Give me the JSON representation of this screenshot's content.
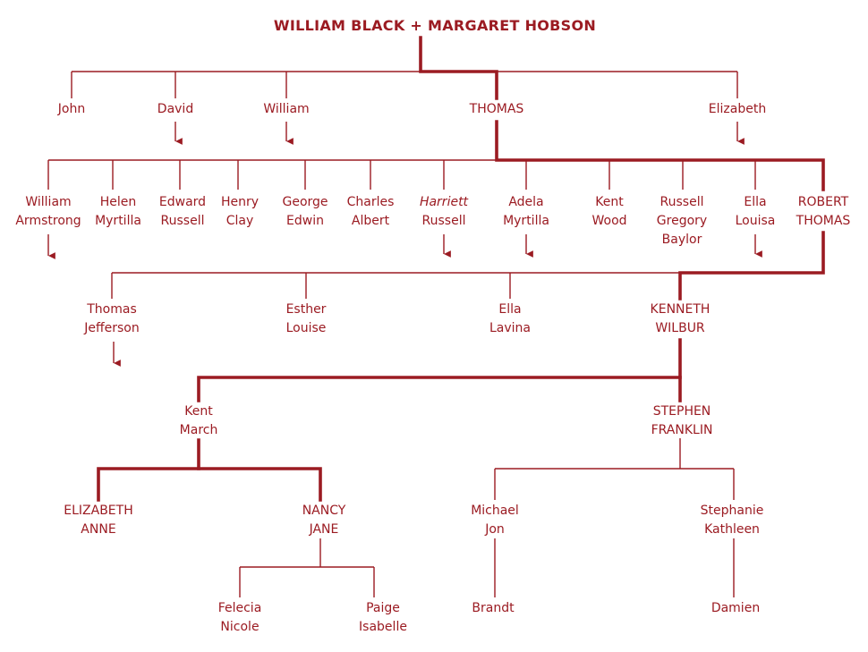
{
  "title": "WILLIAM BLACK + MARGARET HOBSON",
  "colors": {
    "line": "#9b1b22",
    "text": "#9b1b22",
    "background": "#ffffff"
  },
  "generation1": [
    {
      "lines": [
        "John"
      ]
    },
    {
      "lines": [
        "David"
      ],
      "more": true
    },
    {
      "lines": [
        "William"
      ],
      "more": true
    },
    {
      "lines": [
        "THOMAS"
      ],
      "direct_line": true
    },
    {
      "lines": [
        "Elizabeth"
      ],
      "more": true
    }
  ],
  "generation2": [
    {
      "lines": [
        "William",
        "Armstrong"
      ],
      "more": true
    },
    {
      "lines": [
        "Helen",
        "Myrtilla"
      ]
    },
    {
      "lines": [
        "Edward",
        "Russell"
      ]
    },
    {
      "lines": [
        "Henry",
        "Clay"
      ]
    },
    {
      "lines": [
        "George",
        "Edwin"
      ]
    },
    {
      "lines": [
        "Charles",
        "Albert"
      ]
    },
    {
      "lines": [
        "Harriett",
        "Russell"
      ],
      "more": true
    },
    {
      "lines": [
        "Adela",
        "Myrtilla"
      ],
      "more": true
    },
    {
      "lines": [
        "Kent",
        "Wood"
      ]
    },
    {
      "lines": [
        "Russell",
        "Gregory",
        "Baylor"
      ]
    },
    {
      "lines": [
        "Ella",
        "Louisa"
      ],
      "more": true
    },
    {
      "lines": [
        "ROBERT",
        "THOMAS"
      ],
      "direct_line": true
    }
  ],
  "generation3": [
    {
      "lines": [
        "Thomas",
        "Jefferson"
      ],
      "more": true
    },
    {
      "lines": [
        "Esther",
        "Louise"
      ]
    },
    {
      "lines": [
        "Ella",
        "Lavina"
      ]
    },
    {
      "lines": [
        "KENNETH",
        "WILBUR"
      ],
      "direct_line": true
    }
  ],
  "generation4": [
    {
      "lines": [
        "Kent",
        "March"
      ],
      "direct_line": true
    },
    {
      "lines": [
        "STEPHEN",
        "FRANKLIN"
      ],
      "direct_line": true
    }
  ],
  "generation5": [
    {
      "lines": [
        "ELIZABETH",
        "ANNE"
      ],
      "direct_line": true,
      "parent": "Kent March"
    },
    {
      "lines": [
        "NANCY",
        "JANE"
      ],
      "direct_line": true,
      "parent": "Kent March"
    },
    {
      "lines": [
        "Michael",
        "Jon"
      ],
      "parent": "STEPHEN FRANKLIN"
    },
    {
      "lines": [
        "Stephanie",
        "Kathleen"
      ],
      "parent": "STEPHEN FRANKLIN"
    }
  ],
  "generation6": [
    {
      "lines": [
        "Felecia",
        "Nicole"
      ],
      "parent": "NANCY JANE"
    },
    {
      "lines": [
        "Paige",
        "Isabelle"
      ],
      "parent": "NANCY JANE"
    },
    {
      "lines": [
        "Brandt"
      ],
      "parent": "Michael Jon"
    },
    {
      "lines": [
        "Damien"
      ],
      "parent": "Stephanie Kathleen"
    }
  ]
}
